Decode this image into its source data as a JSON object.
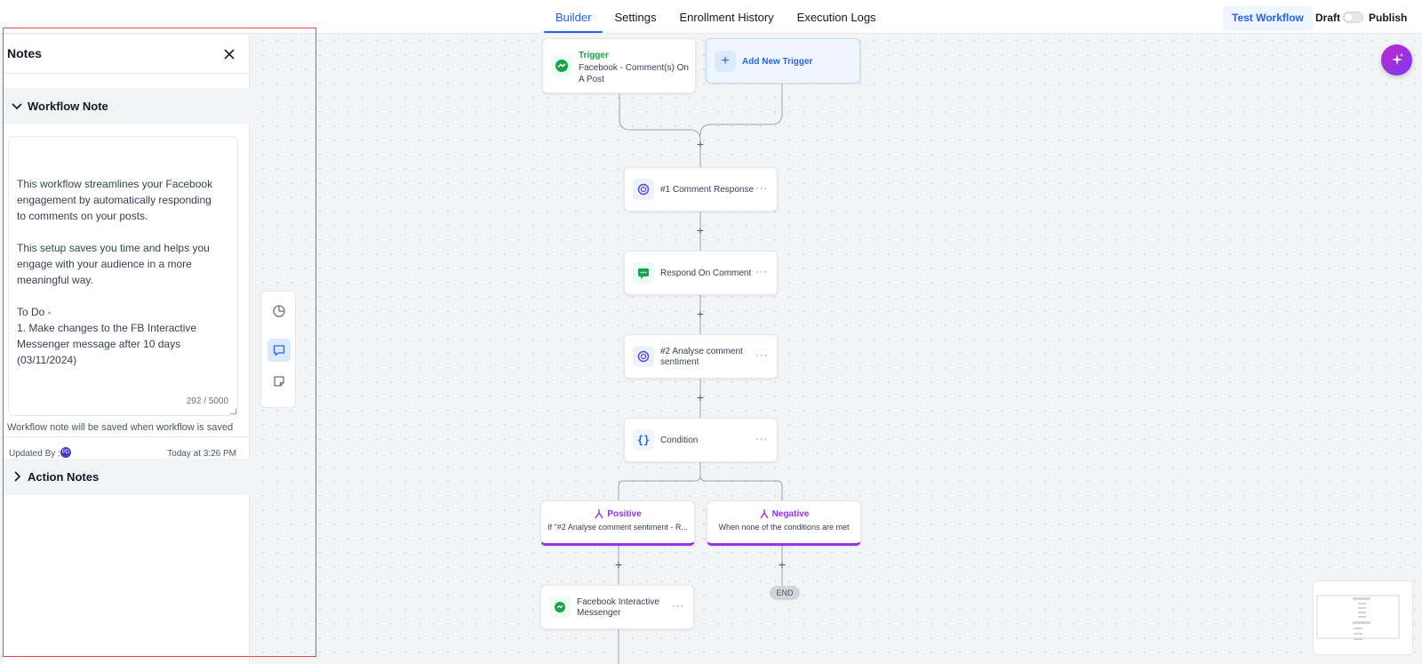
{
  "header": {
    "tabs": [
      {
        "label": "Builder",
        "active": true
      },
      {
        "label": "Settings",
        "active": false
      },
      {
        "label": "Enrollment History",
        "active": false
      },
      {
        "label": "Execution Logs",
        "active": false
      }
    ],
    "test_workflow_label": "Test Workflow",
    "draft_label": "Draft",
    "publish_label": "Publish",
    "published": false
  },
  "notes": {
    "title": "Notes",
    "workflow_note": {
      "label": "Workflow Note",
      "text": "This workflow streamlines your Facebook\nengagement by automatically responding\nto comments on your posts.\n\nThis setup saves you time and helps you\nengage with your audience in a more\nmeaningful way.\n\nTo Do -\n1. Make changes to the FB Interactive\nMessenger message after 10 days\n(03/11/2024)",
      "char_count": "292 / 5000",
      "save_hint": "Workflow note will be saved when workflow is saved",
      "updated_by_label": "Updated By :",
      "avatar_initials": "PD",
      "updated_time": "Today at 3:26 PM"
    },
    "action_notes_label": "Action Notes"
  },
  "workflow": {
    "trigger": {
      "kind": "Trigger",
      "title": "Facebook - Comment(s) On A Post"
    },
    "add_trigger_label": "Add New Trigger",
    "actions": [
      {
        "title": "#1 Comment Response"
      },
      {
        "title": "Respond On Comment"
      },
      {
        "title": "#2 Analyse comment sentiment"
      },
      {
        "title": "Condition"
      }
    ],
    "branches": [
      {
        "name": "Positive",
        "description": "If \"#2 Analyse comment sentiment - R..."
      },
      {
        "name": "Negative",
        "description": "When none of the conditions are met"
      }
    ],
    "after_positive": {
      "title": "Facebook Interactive Messenger"
    },
    "end_label": "END"
  },
  "colors": {
    "accent": "#2563eb",
    "branch": "#9333ea",
    "facebook_green": "#16a34a",
    "highlight": "#ef4444"
  }
}
